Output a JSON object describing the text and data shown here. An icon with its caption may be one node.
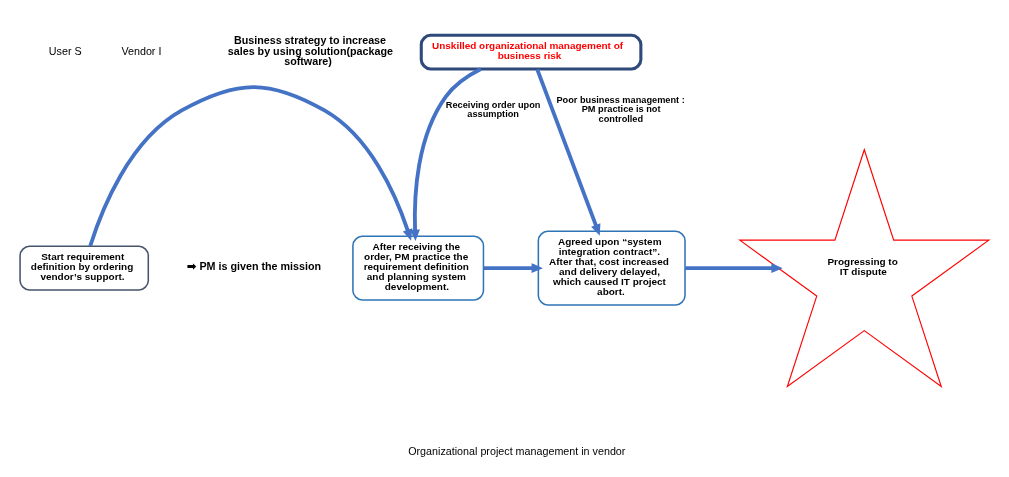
{
  "diagram": {
    "nodes": [
      {
        "text": [
          "Unskilled organizational management of business risk"
        ]
      },
      {
        "text": [
          "Start requirement definition by ordering vendor’s support."
        ]
      },
      {
        "text": [
          "After receiving the order, PM practice the requirement definition and planning system development."
        ]
      },
      {
        "text": [
          "Agreed upon “system integration contract”. After that, cost increased and delivery delayed, which caused IT project abort."
        ]
      },
      {
        "text": [
          "Progressing to IT dispute"
        ]
      }
    ],
    "edges": [
      {
        "from": 0,
        "to": 2,
        "arrow": "to",
        "label": "Receiving order upon assumption"
      },
      {
        "from": 0,
        "to": 3,
        "arrow": "to",
        "label": "Poor business management : PM practice is not controlled"
      },
      {
        "from": 1,
        "to": 2,
        "arrow": "to"
      },
      {
        "from": 2,
        "to": 3,
        "arrow": "to"
      },
      {
        "from": 3,
        "to": 4,
        "arrow": "to"
      }
    ],
    "labels": [
      "Vendor I",
      "Business strategy to increase sales by using solution(package software)",
      "➡ PM is given the mission",
      "User S",
      "Organizational project management in vendor"
    ]
  }
}
